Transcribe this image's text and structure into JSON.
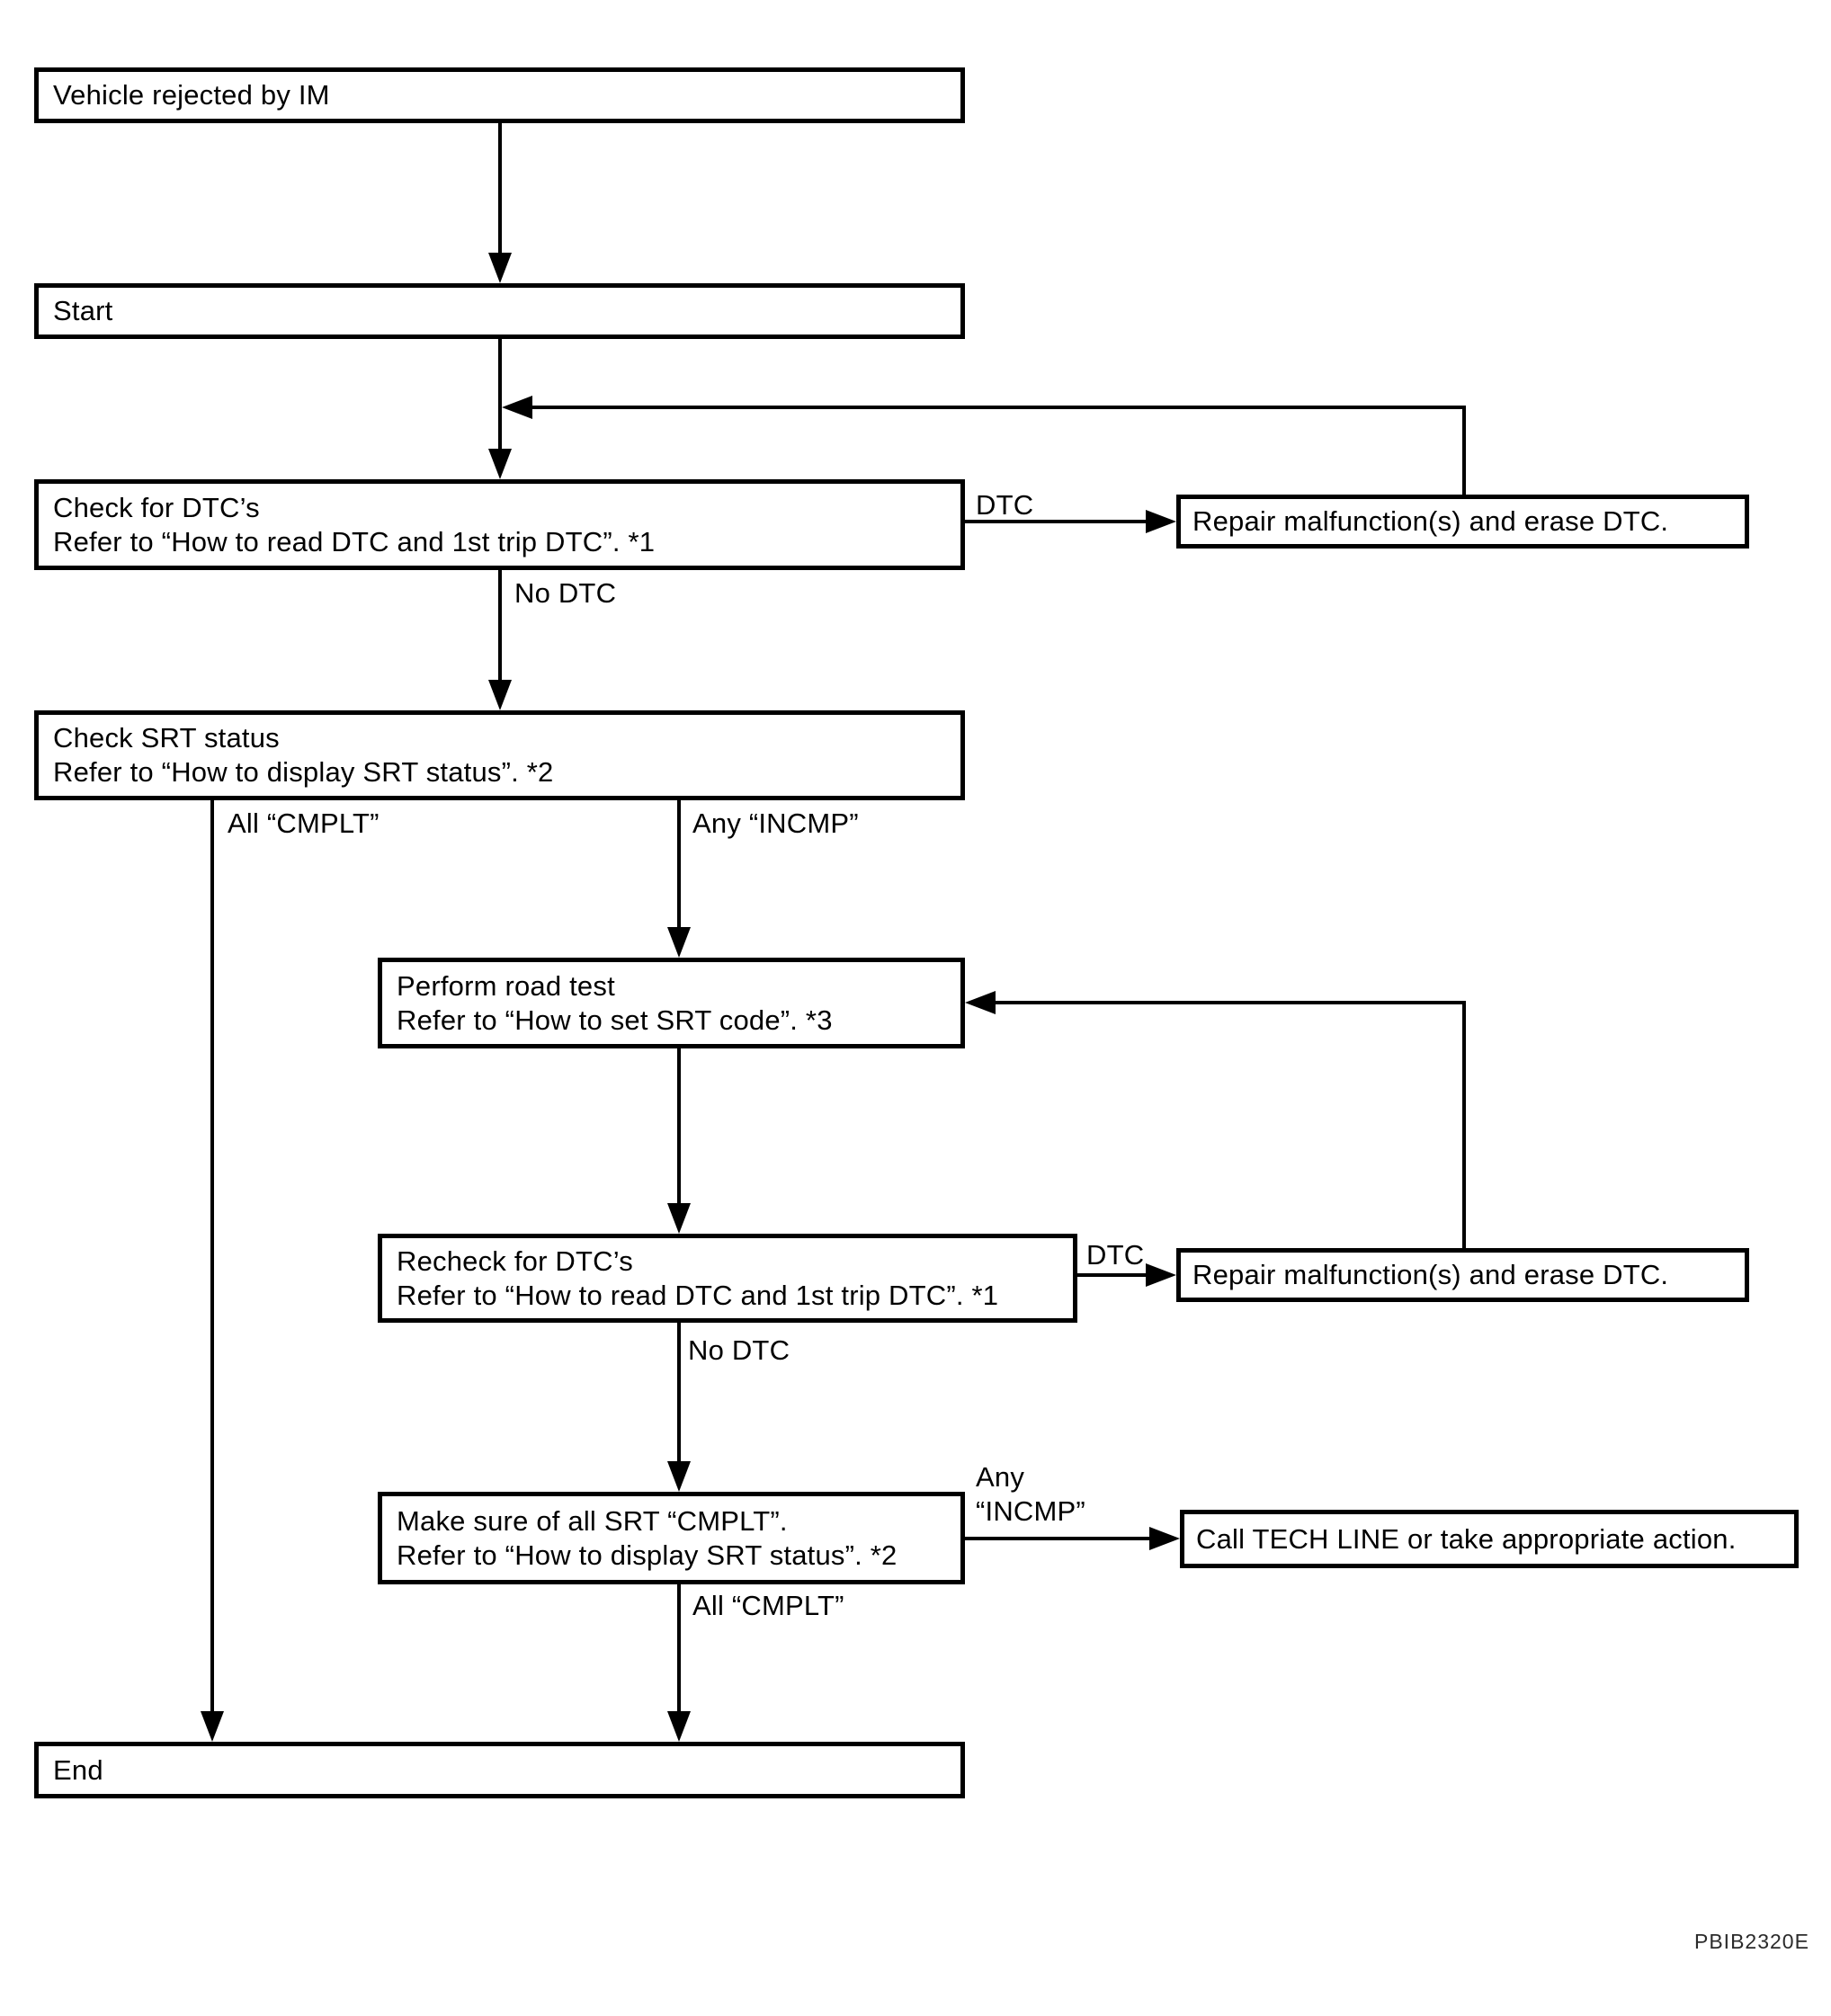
{
  "diagram": {
    "figure_code": "PBIB2320E",
    "colors": {
      "line": "#000000",
      "background": "#ffffff"
    },
    "boxes": {
      "vehicle": {
        "text": "Vehicle rejected by IM"
      },
      "start": {
        "text": "Start"
      },
      "check_dtc": {
        "line1": "Check for DTC’s",
        "line2": "Refer to “How to read DTC and 1st trip DTC”. *1"
      },
      "repair_top": {
        "text": "Repair malfunction(s) and erase DTC."
      },
      "check_srt": {
        "line1": "Check SRT status",
        "line2": "Refer to “How to display SRT status”. *2"
      },
      "road_test": {
        "line1": "Perform road test",
        "line2": "Refer to “How to set SRT code”. *3"
      },
      "recheck_dtc": {
        "line1": "Recheck for DTC’s",
        "line2": "Refer to “How to read DTC and 1st trip DTC”. *1"
      },
      "repair_bottom": {
        "text": "Repair malfunction(s) and erase DTC."
      },
      "make_sure_srt": {
        "line1": "Make sure of all SRT “CMPLT”.",
        "line2": "Refer to “How to display SRT status”. *2"
      },
      "tech_line": {
        "text": "Call TECH LINE or take appropriate action."
      },
      "end": {
        "text": "End"
      }
    },
    "labels": {
      "dtc_top": "DTC",
      "no_dtc_top": "No DTC",
      "all_cmplt_left": "All “CMPLT”",
      "any_incmp_mid": "Any “INCMP”",
      "dtc_bottom": "DTC",
      "no_dtc_bottom": "No DTC",
      "any_right_line1": "Any",
      "any_right_line2": "“INCMP”",
      "all_cmplt_bottom": "All “CMPLT”"
    }
  }
}
